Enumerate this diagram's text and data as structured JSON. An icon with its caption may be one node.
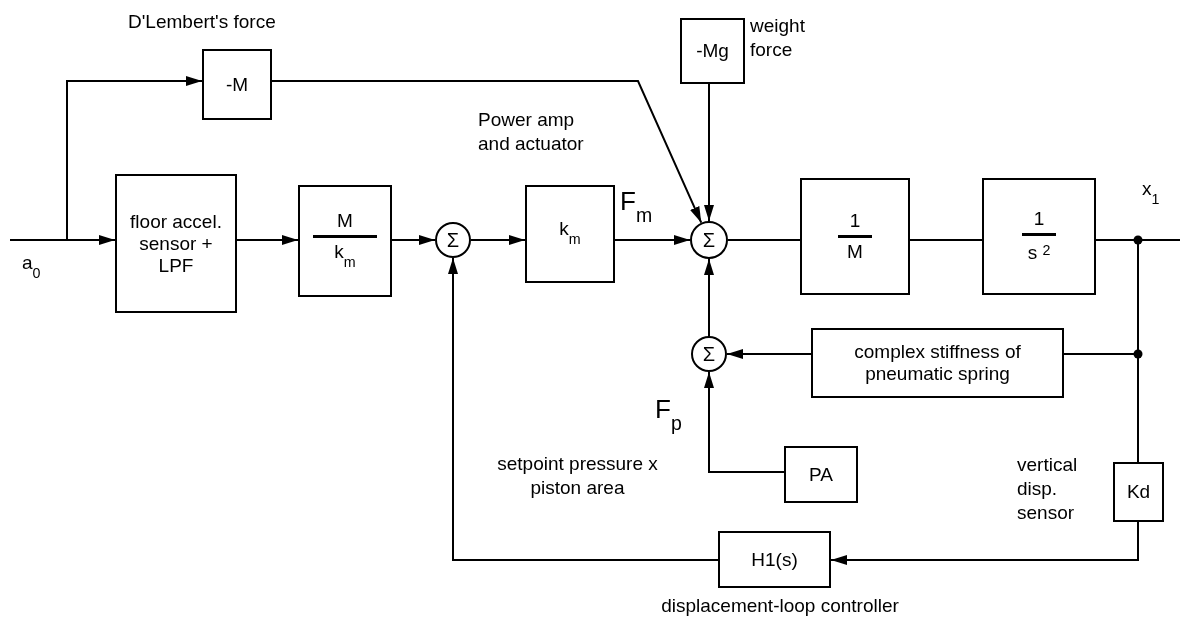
{
  "diagram": {
    "nodes": [
      {
        "text": [
          "-M"
        ],
        "beside": [
          "D'Lembert's force"
        ]
      },
      {
        "text": [
          "-Mg"
        ],
        "beside": [
          "weight force"
        ]
      },
      {
        "text": [
          "floor accel. sensor + LPF"
        ]
      },
      {
        "text": [
          "M",
          "k$_{m}$"
        ]
      },
      {
        "text": [
          "Σ"
        ]
      },
      {
        "text": [
          "k$_{m}$"
        ],
        "beside": [
          "Power amp and actuator"
        ]
      },
      {
        "text": [
          "Σ"
        ]
      },
      {
        "text": [
          "1",
          "M"
        ]
      },
      {
        "text": [
          "1",
          "s $^{2}$"
        ]
      },
      {
        "text": [
          "Σ"
        ]
      },
      {
        "text": [
          "complex stiffness of pneumatic spring"
        ]
      },
      {
        "text": [
          "PA"
        ]
      },
      {
        "text": [
          "Kd"
        ],
        "beside": [
          "vertical disp. sensor"
        ]
      },
      {
        "text": [
          "H1(s)"
        ],
        "beside": [
          "displacement-loop controller"
        ]
      }
    ],
    "edges": [
      {
        "from": null,
        "to": 2,
        "arrow": "to",
        "label": "a$_{0}$"
      },
      {
        "from": null,
        "to": 0,
        "arrow": "to"
      },
      {
        "from": 2,
        "to": 3,
        "arrow": "to"
      },
      {
        "from": 3,
        "to": 4,
        "arrow": "to"
      },
      {
        "from": 4,
        "to": 5,
        "arrow": "to"
      },
      {
        "from": 5,
        "to": 6,
        "arrow": "to",
        "label": "F$_{m}$"
      },
      {
        "from": 0,
        "to": 6,
        "arrow": "to"
      },
      {
        "from": 1,
        "to": 6,
        "arrow": "to"
      },
      {
        "from": 6,
        "to": 7,
        "arrow": "none"
      },
      {
        "from": 7,
        "to": 8,
        "arrow": "none"
      },
      {
        "from": 8,
        "to": null,
        "arrow": "none",
        "label": "x$_{1}$"
      },
      {
        "from": 8,
        "to": 10,
        "arrow": "none"
      },
      {
        "from": 10,
        "to": 9,
        "arrow": "to"
      },
      {
        "from": 9,
        "to": 6,
        "arrow": "to"
      },
      {
        "from": 11,
        "to": 9,
        "arrow": "to",
        "label": "F$_{p}$"
      },
      {
        "from": 8,
        "to": 12,
        "arrow": "none"
      },
      {
        "from": 12,
        "to": 13,
        "arrow": "to"
      },
      {
        "from": 13,
        "to": 4,
        "arrow": "to"
      }
    ],
    "labels": [
      "setpoint pressure x piston area"
    ]
  }
}
